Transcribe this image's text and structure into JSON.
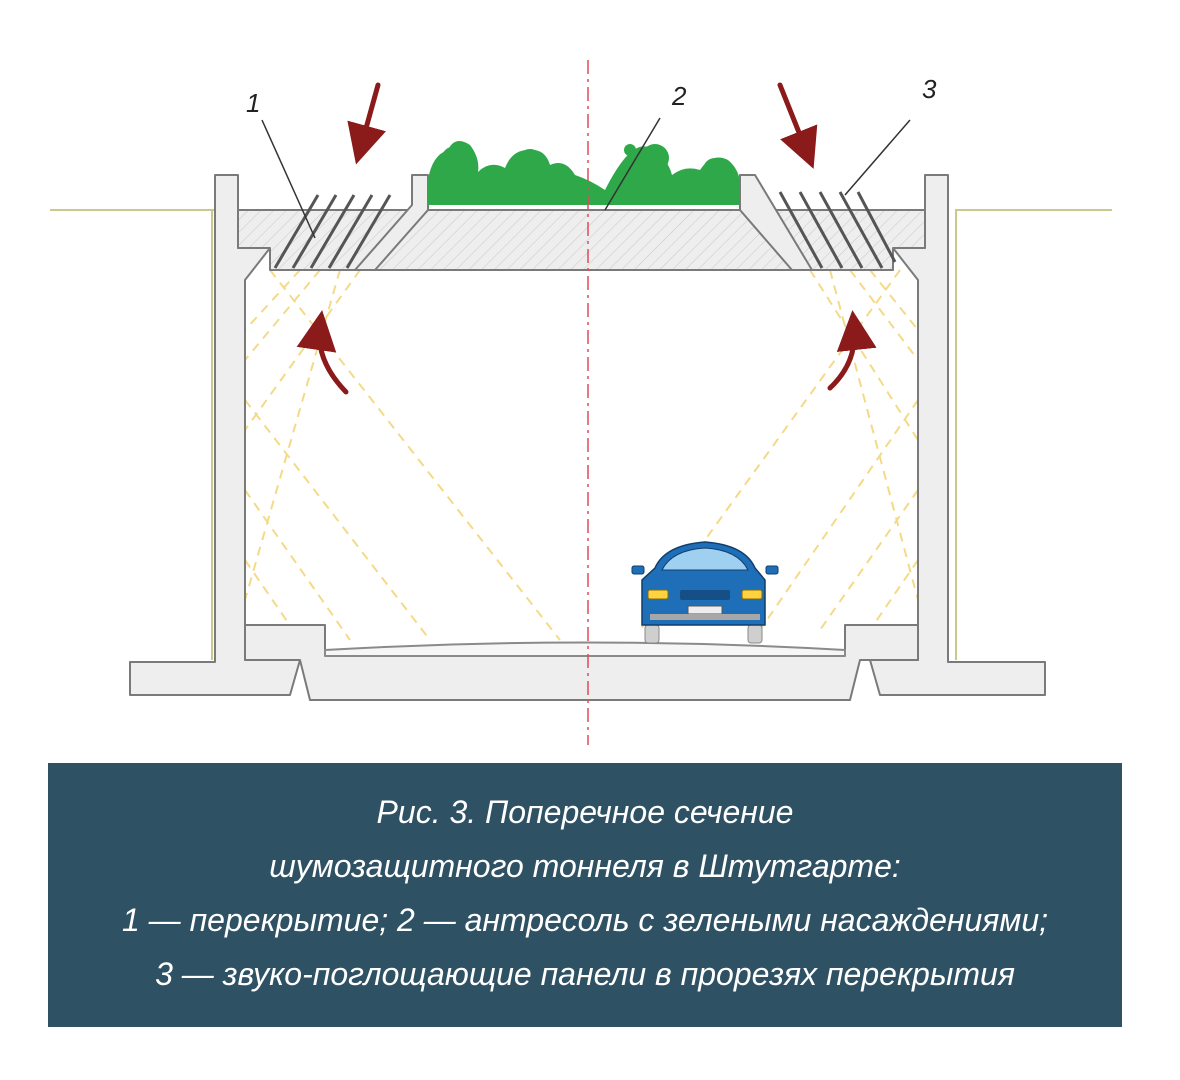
{
  "figure": {
    "callouts": {
      "label_1": "1",
      "label_2": "2",
      "label_3": "3"
    },
    "colors": {
      "concrete_outline": "#7a7a7a",
      "concrete_fill": "#eeeeee",
      "ground_line": "#c9c98a",
      "greenery": "#2fa84a",
      "arrows": "#8b1a1a",
      "sound_rays": "#f3d77a",
      "axis_line": "#e0495a",
      "car_body": "#1f6fb8"
    },
    "icons": [
      "greenery-icon",
      "car-icon",
      "arrow-down-icon",
      "arrow-up-icon"
    ]
  },
  "caption": {
    "line_1": "Рис. 3. Поперечное сечение",
    "line_2": "шумозащитного тоннеля в Штутгарте:",
    "line_3": "1 — перекрытие; 2 — антресоль с зелеными насаждениями;",
    "line_4": "3 — звуко-поглощающие панели в прорезях перекрытия",
    "background_color": "#2f5164"
  }
}
